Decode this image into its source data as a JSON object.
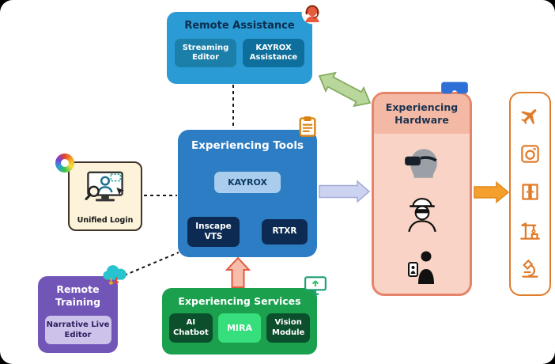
{
  "remote_assistance": {
    "title": "Remote Assistance",
    "items": [
      "Streaming Editor",
      "KAYROX Assistance"
    ],
    "icon": "support-agent-icon"
  },
  "experiencing_tools": {
    "title": "Experiencing Tools",
    "kayrox": "KAYROX",
    "inscape": "Inscape VTS",
    "rtxr": "RTXR",
    "icon": "clipboard-icon"
  },
  "unified_login": {
    "label": "Unified Login",
    "icons": [
      "browser-colors-icon",
      "login-monitor-icon"
    ]
  },
  "remote_training": {
    "title": "Remote Training",
    "items": [
      "Narrative Live Editor"
    ],
    "icon": "cloud-sync-icon"
  },
  "experiencing_services": {
    "title": "Experiencing Services",
    "items": [
      "AI Chatbot",
      "MIRA",
      "Vision Module"
    ],
    "icon": "screen-share-icon"
  },
  "experiencing_hardware": {
    "title": "Experiencing Hardware",
    "icons": [
      "vr-headset-user-icon",
      "field-worker-vr-icon",
      "mobile-video-user-icon"
    ],
    "badge_icon": "vr-goggles-icon"
  },
  "industries": {
    "icons": [
      "airplane-icon",
      "camera-icon",
      "double-door-icon",
      "construction-crane-icon",
      "microscope-icon"
    ]
  },
  "connectors": {
    "arrows": [
      {
        "name": "assistance-hardware-two-way",
        "color": "#b9d79c"
      },
      {
        "name": "tools-to-hardware",
        "color": "#ccd3f0"
      },
      {
        "name": "hardware-to-industries",
        "color": "#f5a02c"
      },
      {
        "name": "services-to-tools",
        "color": "#f6bdaa"
      }
    ],
    "dashed_links": [
      "assistance-tools",
      "login-tools",
      "training-tools"
    ]
  },
  "colors": {
    "remote_assistance_bg": "#2a9bd5",
    "tools_bg": "#2c7dc4",
    "services_bg": "#1ba14e",
    "training_bg": "#7156b8",
    "hardware_bg": "#f9d3c5",
    "hardware_border": "#e58468",
    "industries_accent": "#e07b2a"
  }
}
